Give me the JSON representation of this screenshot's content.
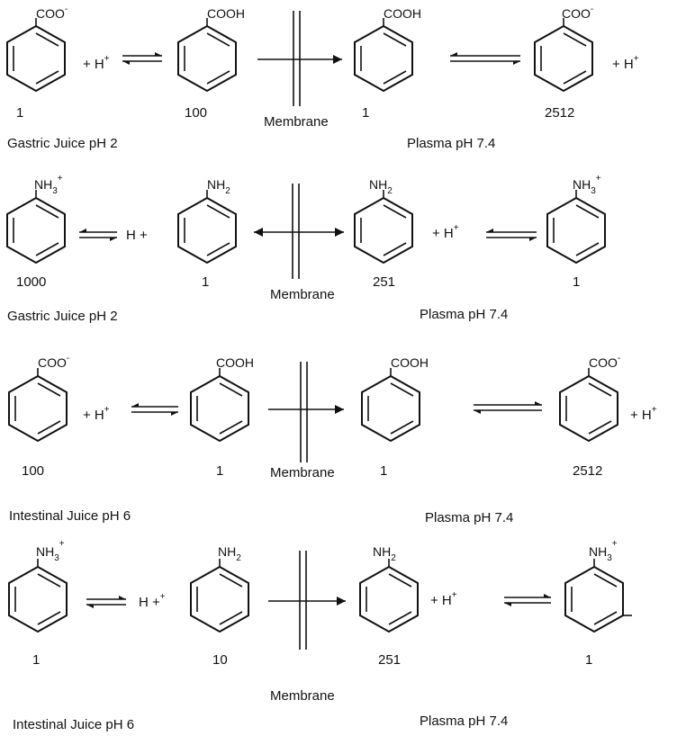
{
  "rows": [
    {
      "species": [
        {
          "group": "COO",
          "charge": "-",
          "count": "1"
        },
        {
          "group": "COOH",
          "charge": "",
          "count": "100"
        },
        {
          "group": "COOH",
          "charge": "",
          "count": "1"
        },
        {
          "group": "COO",
          "charge": "-",
          "count": "2512"
        }
      ],
      "proton_left": "+ H",
      "proton_left_sup": "+",
      "proton_right": "+ H",
      "proton_right_sup": "+",
      "membrane": "Membrane",
      "left_compartment": "Gastric Juice pH 2",
      "right_compartment": "Plasma pH 7.4"
    },
    {
      "species": [
        {
          "group": "NH",
          "sub": "3",
          "charge": "+",
          "count": "1000"
        },
        {
          "group": "NH",
          "sub": "2",
          "charge": "",
          "count": "1"
        },
        {
          "group": "NH",
          "sub": "2",
          "charge": "",
          "count": "251"
        },
        {
          "group": "NH",
          "sub": "3",
          "charge": "+",
          "count": "1"
        }
      ],
      "proton_left": "H +",
      "proton_left_sup": "",
      "proton_right": "+ H",
      "proton_right_sup": "+",
      "membrane": "Membrane",
      "left_compartment": "Gastric Juice pH 2",
      "right_compartment": "Plasma pH 7.4"
    },
    {
      "species": [
        {
          "group": "COO",
          "charge": "-",
          "count": "100"
        },
        {
          "group": "COOH",
          "charge": "",
          "count": "1"
        },
        {
          "group": "COOH",
          "charge": "",
          "count": "1"
        },
        {
          "group": "COO",
          "charge": "-",
          "count": "2512"
        }
      ],
      "proton_left": "+ H",
      "proton_left_sup": "+",
      "proton_right": "+ H",
      "proton_right_sup": "+",
      "membrane": "Membrane",
      "left_compartment": "Intestinal Juice pH 6",
      "right_compartment": "Plasma pH 7.4"
    },
    {
      "species": [
        {
          "group": "NH",
          "sub": "3",
          "charge": "+",
          "count": "1"
        },
        {
          "group": "NH",
          "sub": "2",
          "charge": "",
          "count": "10"
        },
        {
          "group": "NH",
          "sub": "2",
          "charge": "",
          "count": "251"
        },
        {
          "group": "NH",
          "sub": "3",
          "charge": "+",
          "count": "1"
        }
      ],
      "proton_left": "H +",
      "proton_left_sup": "+",
      "proton_right": "+ H",
      "proton_right_sup": "+",
      "membrane": "Membrane",
      "left_compartment": "Intestinal Juice pH 6",
      "right_compartment": "Plasma pH 7.4"
    }
  ]
}
